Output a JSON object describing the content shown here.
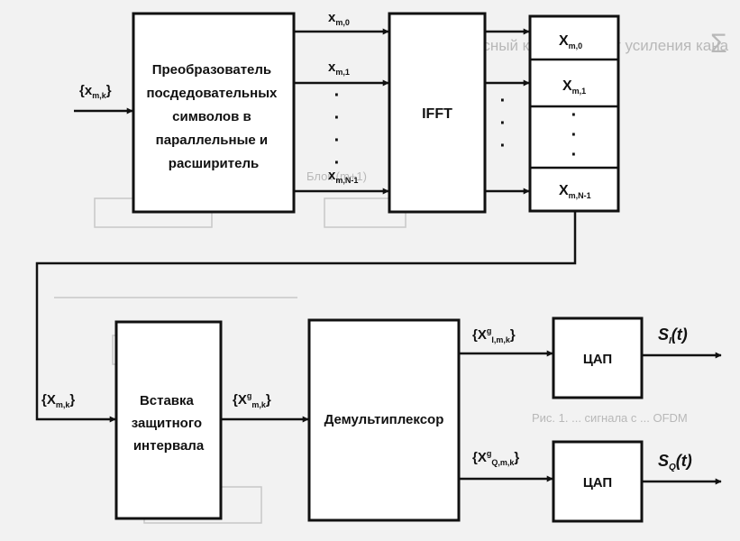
{
  "blocks": {
    "converter": [
      "Преобразователь",
      "посдедовательных",
      "символов в",
      "параллельные и",
      "расширитель"
    ],
    "ifft": "IFFT",
    "guard": [
      "Вставка",
      "защитного",
      "интервала"
    ],
    "demux": "Демультиплексор",
    "dac1": "ЦАП",
    "dac2": "ЦАП"
  },
  "signals": {
    "input": {
      "open": "{x",
      "sub": "m,k",
      "close": "}"
    },
    "x0": {
      "base": "x",
      "sub": "m,0"
    },
    "x1": {
      "base": "x",
      "sub": "m,1"
    },
    "xN": {
      "base": "x",
      "sub": "m,N-1"
    },
    "X0": {
      "base": "X",
      "sub": "m,0"
    },
    "X1": {
      "base": "X",
      "sub": "m,1"
    },
    "XN": {
      "base": "X",
      "sub": "m,N-1"
    },
    "Xmk": {
      "open": "{X",
      "sub": "m,k",
      "close": "}"
    },
    "Xg": {
      "open": "{X",
      "sup": "g",
      "sub": "m,k",
      "close": "}"
    },
    "XI": {
      "open": "{X",
      "sup": "g",
      "sub": "I,m,k",
      "close": "}"
    },
    "XQ": {
      "open": "{X",
      "sup": "g",
      "sub": "Q,m,k",
      "close": "}"
    },
    "SI": {
      "base": "S",
      "sub": "I",
      "arg": "(t)"
    },
    "SQ": {
      "base": "S",
      "sub": "Q",
      "arg": "(t)"
    }
  },
  "dots": "·",
  "bleed_text": {
    "top_line": "кмплексный коэффициент усиления кана",
    "block_label": "Блок (m+1)",
    "caption": "Рис. 1. ... сигнала с ... OFDM"
  }
}
